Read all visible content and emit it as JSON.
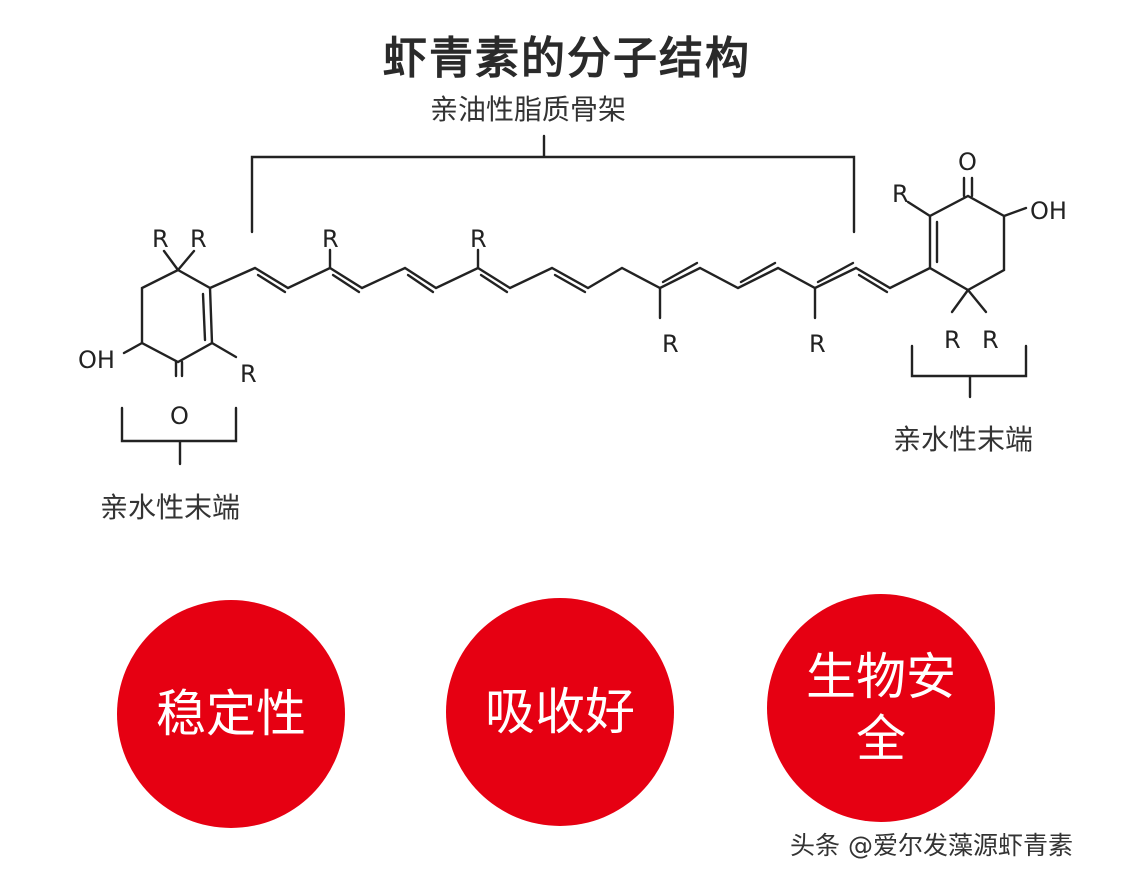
{
  "title": "虾青素的分子结构",
  "labels": {
    "lipophilic": "亲油性脂质骨架",
    "hydrophilic_left": "亲水性末端",
    "hydrophilic_right": "亲水性末端"
  },
  "atoms": {
    "r": "R",
    "oh": "OH",
    "o": "O"
  },
  "properties": [
    "稳定性",
    "吸收好",
    "生物安全"
  ],
  "watermark": "头条 @爱尔发藻源虾青素",
  "colors": {
    "accent": "#e60012",
    "text": "#222222"
  }
}
